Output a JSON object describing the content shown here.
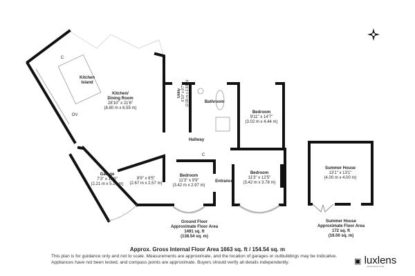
{
  "rooms": {
    "kitchen_island": "Kitchen Island",
    "kitchen": {
      "name": "Kitchen/ Dining Room",
      "imperial": "28'10\" x 21'6\"",
      "metric": "(8.80 m x 6.55 m)"
    },
    "oven_label": "OV",
    "cupboard_label": "C",
    "utility": {
      "name": "Utility",
      "imperial": "6'10\" x 9'7\"",
      "metric": "(2.09 m x 2.93 m)"
    },
    "bathroom": {
      "name": "Bathroom"
    },
    "bedroom1": {
      "name": "Bedroom",
      "imperial": "9'11\" x 14'7\"",
      "metric": "(3.02 m x 4.44 m)"
    },
    "hallway": {
      "name": "Hallway"
    },
    "hall_cupboard": "C",
    "garage": {
      "name": "Garage",
      "imperial": "7'3\" x 16'9\"",
      "metric": "(2.21 m x 5.10 m)"
    },
    "store": {
      "imperial": "8'9\" x 8'5\"",
      "metric": "(2.67 m x 2.57 m)"
    },
    "bedroom2": {
      "name": "Bedroom",
      "imperial": "11'3\" x 9'9\"",
      "metric": "(3.42 m x 2.97 m)"
    },
    "entrance": {
      "name": "Entrance"
    },
    "bedroom3": {
      "name": "Bedroom",
      "imperial": "11'3\" x 12'5\"",
      "metric": "(3.42 m x 3.78 m)"
    },
    "summer_house": {
      "name": "Summer House",
      "imperial": "13'1\" x 13'1\"",
      "metric": "(4.00 m x 4.00 m)"
    }
  },
  "areas": {
    "ground": {
      "title": "Ground Floor",
      "subtitle": "Approximate Floor Area",
      "sqft": "1491 sq. ft",
      "sqm": "(138.54 sq. m)"
    },
    "summer": {
      "title": "Summer House",
      "subtitle": "Approximate Floor Area",
      "sqft": "172 sq. ft",
      "sqm": "(16.00 sq. m)"
    }
  },
  "footer": {
    "gross": "Approx. Gross Internal Floor Area 1663 sq. ft / 154.54 sq. m",
    "line1": "This plan is for guidance only and not to scale. Measurements are approximate, and the location of garages or outbuildings may be indicative.",
    "line2": "Appliances have not been tested, and compass points are approximate. Buyers should verify all details independently."
  },
  "brand": {
    "name": "luxlens",
    "url": "www.luxlens.co.uk"
  },
  "icons": {
    "compass": "compass-rose-icon"
  }
}
